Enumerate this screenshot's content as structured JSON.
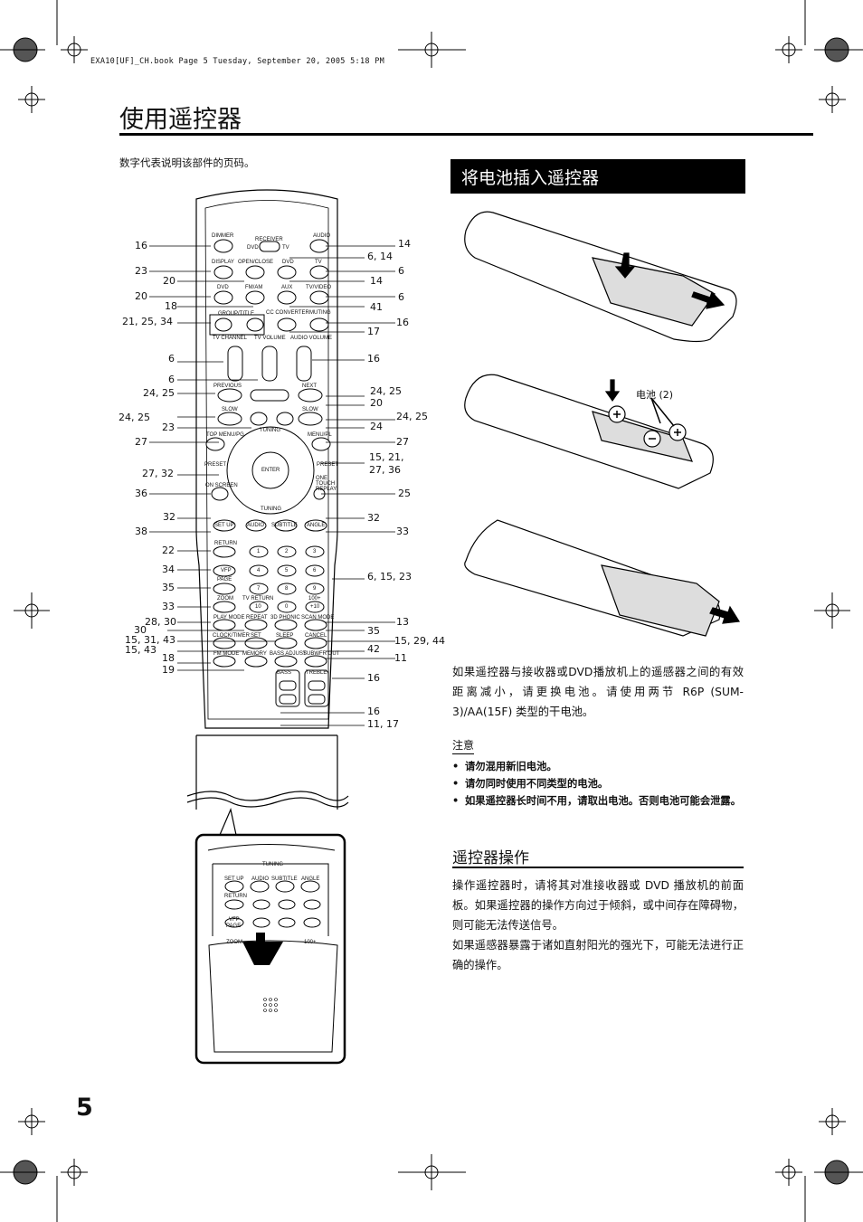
{
  "header_file": "EXA10[UF]_CH.book  Page 5  Tuesday, September 20, 2005  5:18 PM",
  "page_title": "使用遥控器",
  "intro": "数字代表说明该部件的页码。",
  "section_title": "将电池插入遥控器",
  "battery_label": "电池 (2)",
  "battery_para": "如果遥控器与接收器或DVD播放机上的遥感器之间的有效距离减小，请更换电池。请使用两节 R6P (SUM-3)/AA(15F) 类型的干电池。",
  "note_heading": "注意",
  "notes": [
    "请勿混用新旧电池。",
    "请勿同时使用不同类型的电池。",
    "如果遥控器长时间不用，请取出电池。否则电池可能会泄露。"
  ],
  "op_heading": "遥控器操作",
  "op_para1": "操作遥控器时，请将其对准接收器或 DVD 播放机的前面板。如果遥控器的操作方向过于倾斜，或中间存在障碍物，则可能无法传送信号。",
  "op_para2": "如果遥感器暴露于诸如直射阳光的强光下，可能无法进行正确的操作。",
  "page_number": "5",
  "remote_labels": {
    "dimmer": "DIMMER",
    "receiver": "RECEIVER",
    "dvd_tv": "DVD",
    "tv_s": "TV",
    "audio_pwr": "AUDIO",
    "display": "DISPLAY",
    "open_close": "OPEN/CLOSE",
    "dvd": "DVD",
    "tv": "TV",
    "dvd2": "DVD",
    "fm_am": "FM/AM",
    "aux": "AUX",
    "tv_video": "TV/VIDEO",
    "group_title": "GROUP/TITLE",
    "cc_converter": "CC CONVERTER",
    "muting": "MUTING",
    "tv_channel": "TV CHANNEL",
    "tv_volume": "TV VOLUME",
    "audio_volume": "AUDIO VOLUME",
    "previous": "PREVIOUS",
    "next": "NEXT",
    "slow_l": "SLOW",
    "slow_r": "SLOW",
    "top_menu": "TOP MENU/PG",
    "tuning_up": "TUNING",
    "menu_pl": "MENU/PL",
    "preset_l": "PRESET",
    "preset_r": "PRESET",
    "enter": "ENTER",
    "on_screen": "ON SCREEN",
    "one_touch": "ONE TOUCH REPLAY",
    "tuning_down": "TUNING",
    "set_up": "SET UP",
    "audio": "AUDIO",
    "subtitle": "SUBTITLE",
    "angle": "ANGLE",
    "return": "RETURN",
    "vfp": "VFP",
    "page": "PAGE",
    "zoom": "ZOOM",
    "tv_return": "TV RETURN",
    "k100": "100+",
    "play_mode": "PLAY MODE",
    "repeat": "REPEAT",
    "phonic": "3D PHONIC",
    "scan_mode": "SCAN MODE",
    "clock_timer": "CLOCK/TIMER",
    "set": "SET",
    "sleep": "SLEEP",
    "cancel": "CANCEL",
    "fm_mode": "FM MODE",
    "memory": "MEMORY",
    "bass_adjust": "BASS ADJUST",
    "subwfr_out": "SUBWFR OUT",
    "bass": "BASS",
    "treble": "TREBLE",
    "keys": [
      "1",
      "2",
      "3",
      "4",
      "5",
      "6",
      "7",
      "8",
      "9",
      "10",
      "0",
      "+10"
    ]
  },
  "callouts_left": [
    {
      "t": "16"
    },
    {
      "t": "23"
    },
    {
      "t": "20"
    },
    {
      "t": "20"
    },
    {
      "t": "18"
    },
    {
      "t": "21, 25, 34"
    },
    {
      "t": "6"
    },
    {
      "t": "6"
    },
    {
      "t": "24, 25"
    },
    {
      "t": "24, 25"
    },
    {
      "t": "23"
    },
    {
      "t": "27"
    },
    {
      "t": "27, 32"
    },
    {
      "t": "36"
    },
    {
      "t": "32"
    },
    {
      "t": "38"
    },
    {
      "t": "22"
    },
    {
      "t": "34"
    },
    {
      "t": "35"
    },
    {
      "t": "33"
    },
    {
      "t": "28, 30"
    },
    {
      "t": "30"
    },
    {
      "t": "15, 31, 43"
    },
    {
      "t": "15, 43"
    },
    {
      "t": "18"
    },
    {
      "t": "19"
    }
  ],
  "callouts_right": [
    {
      "t": "14"
    },
    {
      "t": "6, 14"
    },
    {
      "t": "6"
    },
    {
      "t": "14"
    },
    {
      "t": "6"
    },
    {
      "t": "41"
    },
    {
      "t": "16"
    },
    {
      "t": "17"
    },
    {
      "t": "16"
    },
    {
      "t": "24, 25"
    },
    {
      "t": "20"
    },
    {
      "t": "24, 25"
    },
    {
      "t": "24"
    },
    {
      "t": "27"
    },
    {
      "t": "15, 21,"
    },
    {
      "t": "27, 36"
    },
    {
      "t": "25"
    },
    {
      "t": "32"
    },
    {
      "t": "33"
    },
    {
      "t": "6, 15, 23"
    },
    {
      "t": "13"
    },
    {
      "t": "35"
    },
    {
      "t": "15, 29, 44"
    },
    {
      "t": "42"
    },
    {
      "t": "11"
    },
    {
      "t": "16"
    },
    {
      "t": "16"
    },
    {
      "t": "11, 17"
    }
  ],
  "inset_labels": {
    "tuning": "TUNING",
    "set_up": "SET UP",
    "audio": "AUDIO",
    "subtitle": "SUBTITLE",
    "angle": "ANGLE",
    "return": "RETURN",
    "vfp": "VFP",
    "page": "PAGE",
    "zoom": "ZOOM",
    "k100": "100+"
  }
}
